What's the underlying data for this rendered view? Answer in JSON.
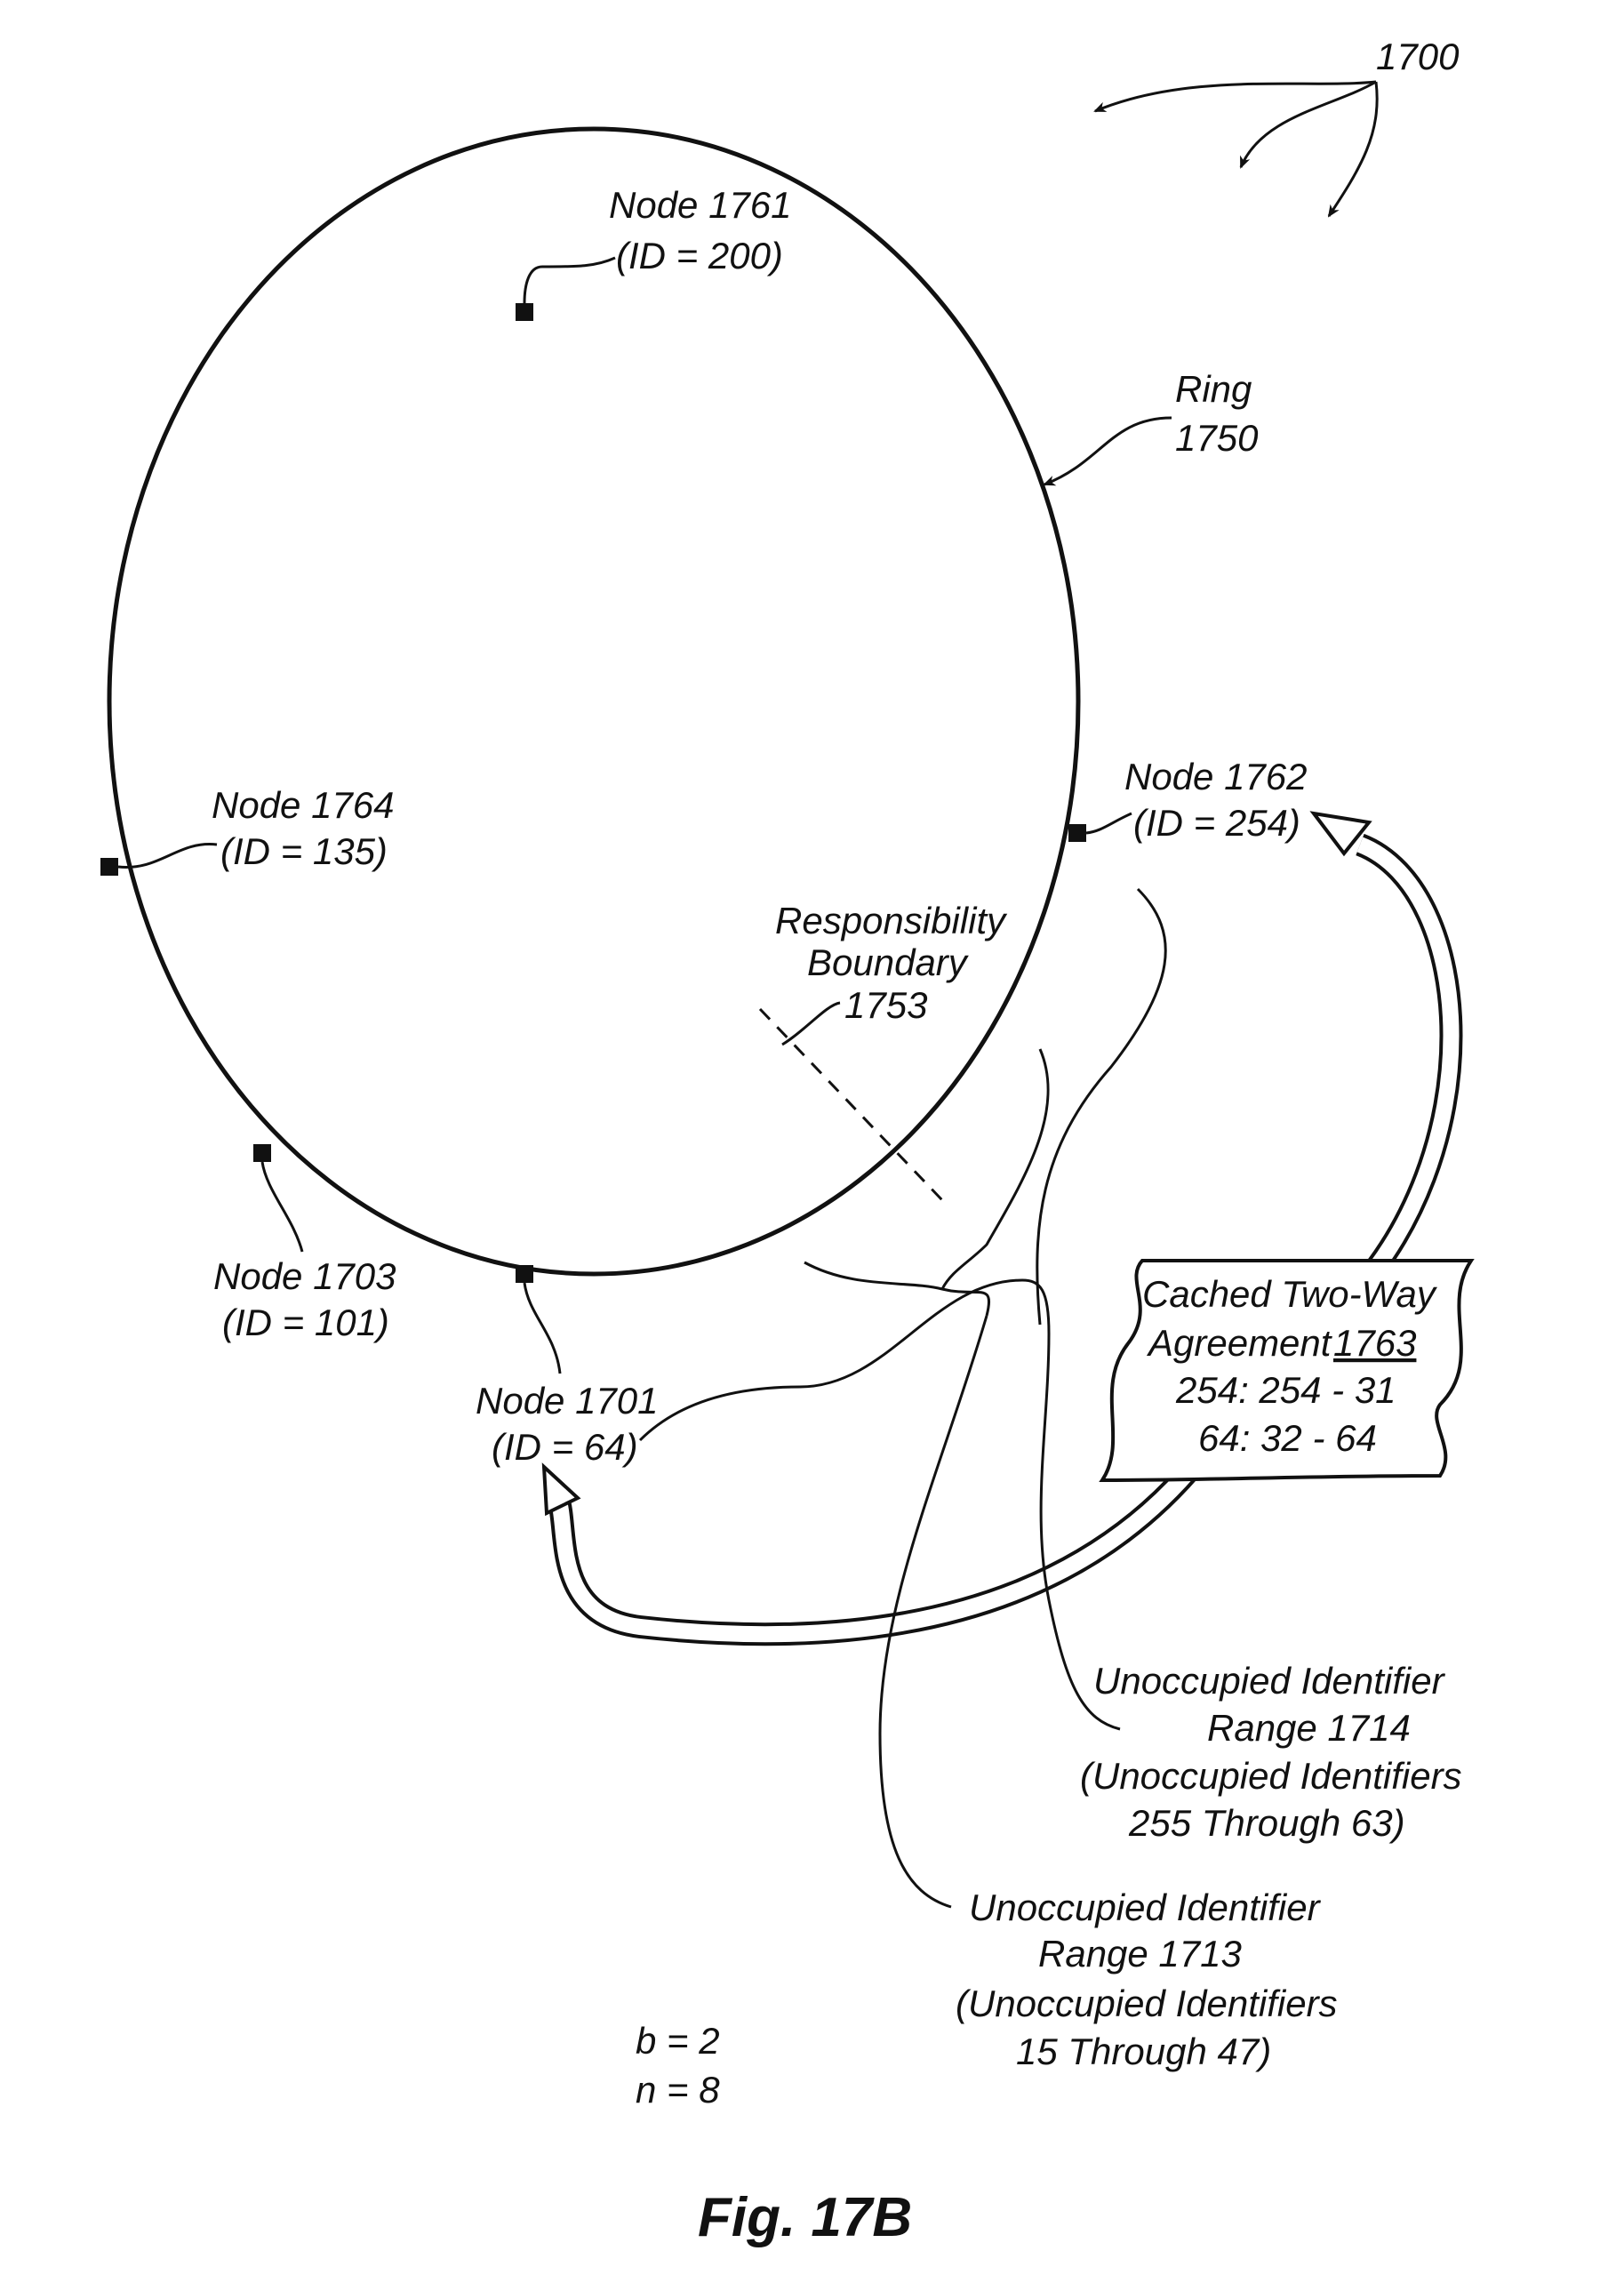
{
  "figure_ref": "1700",
  "ring": {
    "title": "Ring",
    "number": "1750"
  },
  "nodes": {
    "n1761": {
      "name": "Node 1761",
      "id": "(ID = 200)"
    },
    "n1762": {
      "name": "Node 1762",
      "id": "(ID = 254)"
    },
    "n1764": {
      "name": "Node 1764",
      "id": "(ID = 135)"
    },
    "n1703": {
      "name": "Node 1703",
      "id": "(ID = 101)"
    },
    "n1701": {
      "name": "Node 1701",
      "id": "(ID = 64)"
    }
  },
  "boundary": {
    "line1": "Responsibility",
    "line2": "Boundary",
    "number": "1753"
  },
  "agreement": {
    "line1": "Cached Two-Way",
    "label": "Agreement",
    "number": "1763",
    "line3": "254: 254 - 31",
    "line4": "64: 32 - 64"
  },
  "range1714": {
    "line1": "Unoccupied Identifier",
    "line2": "Range 1714",
    "line3": "(Unoccupied Identifiers",
    "line4": "255 Through 63)"
  },
  "range1713": {
    "line1": "Unoccupied Identifier",
    "line2": "Range 1713",
    "line3": "(Unoccupied Identifiers",
    "line4": "15 Through 47)"
  },
  "params": {
    "b": "b = 2",
    "n": "n = 8"
  },
  "figure_title": "Fig.  17B"
}
